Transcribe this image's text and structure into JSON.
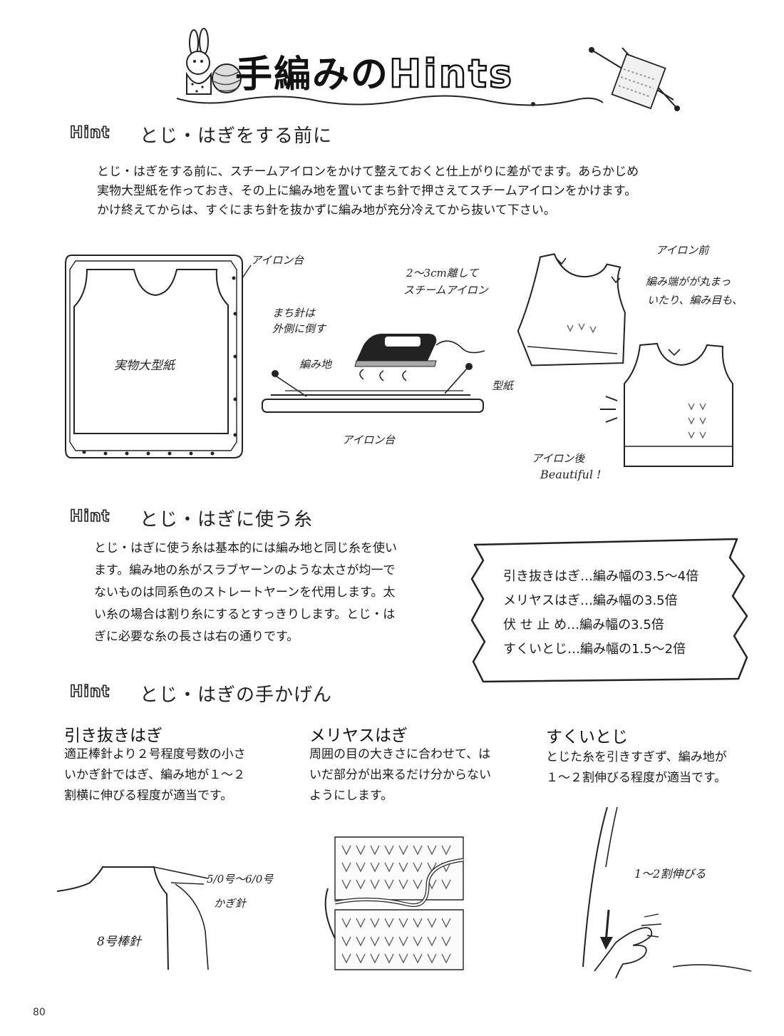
{
  "title": {
    "prefix": "手編みの",
    "latin": "Hints"
  },
  "hints": [
    {
      "tag": "Hint",
      "title": "とじ・はぎをする前に",
      "body": [
        "とじ・はぎをする前に、スチームアイロンをかけて整えておくと仕上がりに差がでます。あらかじめ",
        "実物大型紙を作っておき、その上に編み地を置いてまち針で押さえてスチームアイロンをかけます。",
        "かけ終えてからは、すぐにまち針を抜かずに編み地が充分冷えてから抜いて下さい。"
      ]
    },
    {
      "tag": "Hint",
      "title": "とじ・はぎに使う糸",
      "body": [
        "とじ・はぎに使う糸は基本的には編み地と同じ糸を使い",
        "ます。編み地の糸がスラブヤーンのような太さが均一で",
        "ないものは同系色のストレートヤーンを代用します。太",
        "い糸の場合は割り糸にするとすっきりします。とじ・は",
        "ぎに必要な糸の長さは右の通りです。"
      ]
    },
    {
      "tag": "Hint",
      "title": "とじ・はぎの手かげん"
    }
  ],
  "illustration1": {
    "board_label": "アイロン台",
    "pattern_label": "実物大型紙",
    "pin_note_1": "まち針は",
    "pin_note_2": "外側に倒す",
    "fabric_label": "編み地",
    "iron_note_1": "2〜3cm離して",
    "iron_note_2": "スチームアイロン",
    "paper_label": "型紙",
    "board_label_2": "アイロン台",
    "before_label": "アイロン前",
    "before_note_1": "編み端がが丸まっ",
    "before_note_2": "いたり、編み目も、",
    "after_label": "アイロン後",
    "after_note": "Beautiful !"
  },
  "yarn_box": {
    "lines": [
      "引き抜きはぎ…編み幅の3.5〜4倍",
      "メリヤスはぎ…編み幅の3.5倍",
      "伏 せ 止 め…編み幅の3.5倍",
      "すくいとじ…編み幅の1.5〜2倍"
    ]
  },
  "techniques": [
    {
      "name": "引き抜きはぎ",
      "body": [
        "適正棒針より２号程度号数の小さ",
        "いかぎ針ではぎ、編み地が１〜２",
        "割横に伸びる程度が適当です。"
      ]
    },
    {
      "name": "メリヤスはぎ",
      "body": [
        "周囲の目の大きさに合わせて、は",
        "いだ部分が出来るだけ分からない",
        "ようにします。"
      ]
    },
    {
      "name": "すくいとじ",
      "body": [
        "とじた糸を引きすぎず、編み地が",
        "１〜２割伸びる程度が適当です。"
      ]
    }
  ],
  "illustration2": {
    "hook_label_1": "5/0号〜6/0号",
    "hook_label_2": "かぎ針",
    "needle_label": "8号棒針",
    "stretch_label": "1〜2割伸びる"
  },
  "page_number": "80"
}
